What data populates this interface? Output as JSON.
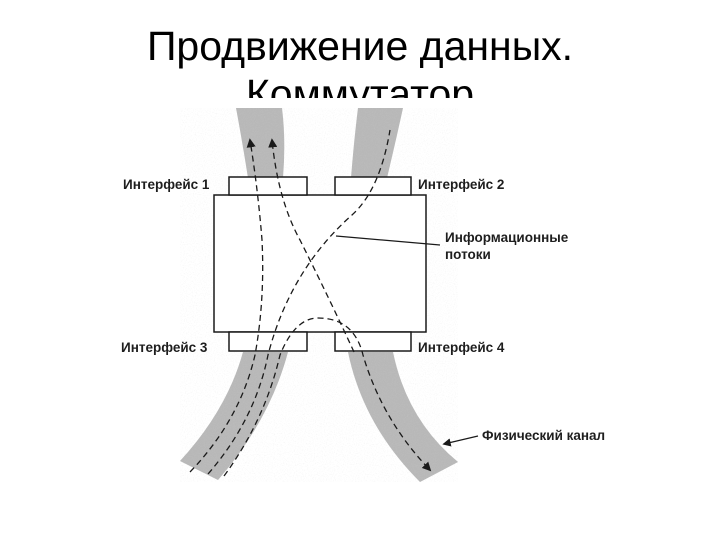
{
  "slide": {
    "title_line1": "Продвижение данных.",
    "title_line2": "Коммутатор"
  },
  "diagram": {
    "interfaces": [
      {
        "id": 1,
        "label": "Интерфейс 1"
      },
      {
        "id": 2,
        "label": "Интерфейс 2"
      },
      {
        "id": 3,
        "label": "Интерфейс 3"
      },
      {
        "id": 4,
        "label": "Интерфейс 4"
      }
    ],
    "info_flows_label_line1": "Информационные",
    "info_flows_label_line2": "потоки",
    "physical_channel_label": "Физический канал",
    "colors": {
      "channel_fill": "#bdbdbd",
      "line": "#1a1a1a",
      "background": "#ffffff"
    }
  }
}
